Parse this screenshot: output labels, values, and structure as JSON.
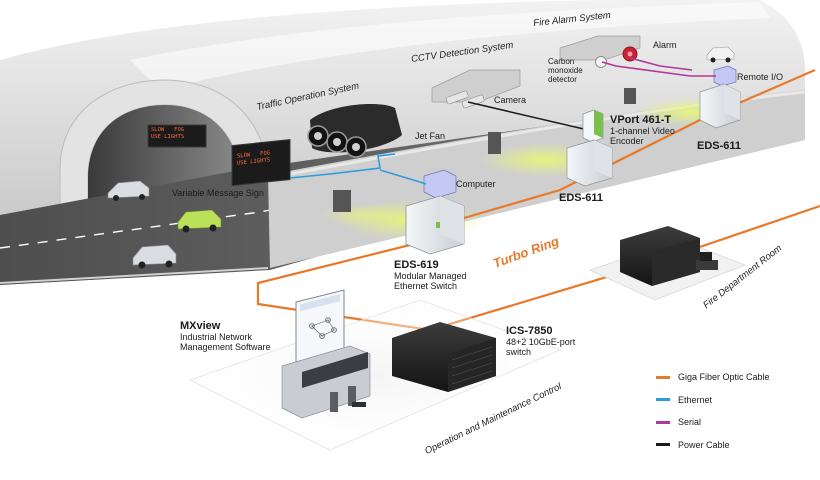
{
  "systems": {
    "traffic": "Traffic Operation System",
    "cctv": "CCTV Detection System",
    "fire_alarm": "Fire Alarm System"
  },
  "labels": {
    "jet_fan": "Jet Fan",
    "camera": "Camera",
    "alarm": "Alarm",
    "carbon_detector": [
      "Carbon",
      "monoxide",
      "detector"
    ],
    "remote_io": "Remote I/O",
    "computer": "Computer",
    "variable_message_sign": "Variable Message Sign",
    "fire_department_room": "Fire Department Room",
    "operation_control": "Operation and Maintenance Control",
    "turbo_ring": "Turbo Ring"
  },
  "vms_text": {
    "line1": "SLOW   FOG",
    "line2": "USE LIGHTS"
  },
  "devices": {
    "vport": {
      "name": "VPort 461-T",
      "desc": [
        "1-channel Video",
        "Encoder"
      ]
    },
    "eds611_right": {
      "name": "EDS-611"
    },
    "eds611_mid": {
      "name": "EDS-611"
    },
    "eds619": {
      "name": "EDS-619",
      "desc": [
        "Modular Managed",
        "Ethernet Switch"
      ]
    },
    "ics7850": {
      "name": "ICS-7850",
      "desc": [
        "48+2 10GbE-port",
        "switch"
      ]
    },
    "mxview": {
      "name": "MXview",
      "desc": [
        "Industrial Network",
        "Management Software"
      ]
    }
  },
  "legend": [
    {
      "label": "Giga Fiber Optic Cable",
      "color": "#e8792a"
    },
    {
      "label": "Ethernet",
      "color": "#2c9be0"
    },
    {
      "label": "Serial",
      "color": "#b0369a"
    },
    {
      "label": "Power Cable",
      "color": "#1a1a1a"
    }
  ],
  "colors": {
    "fiber": "#e8792a",
    "ethernet": "#2c9be0",
    "serial": "#b0369a",
    "power": "#1a1a1a",
    "light": "#dff26a"
  }
}
